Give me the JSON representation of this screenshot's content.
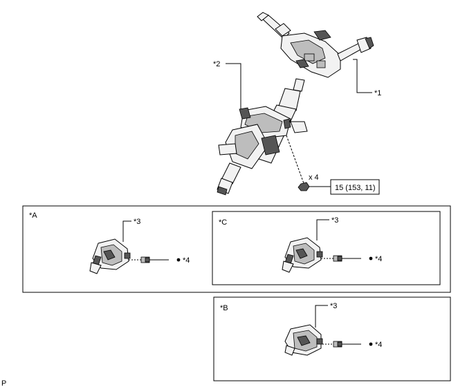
{
  "labels": {
    "callout_1": "*1",
    "callout_2": "*2",
    "quantity": "x 4",
    "torque_spec": "15 (153, 11)",
    "panel_a": "*A",
    "panel_b": "*B",
    "panel_c": "*C",
    "callout_3_a": "*3",
    "callout_3_b": "*3",
    "callout_3_c": "*3",
    "callout_4_a": "*4",
    "callout_4_b": "*4",
    "callout_4_c": "*4",
    "corner_mark": "P"
  },
  "icons": {
    "combination_switch": "combination-switch-icon",
    "steering_column": "steering-column-icon",
    "nut": "nut-icon",
    "ignition_switch": "ignition-switch-icon",
    "bullet": "dot-bullet-icon"
  }
}
